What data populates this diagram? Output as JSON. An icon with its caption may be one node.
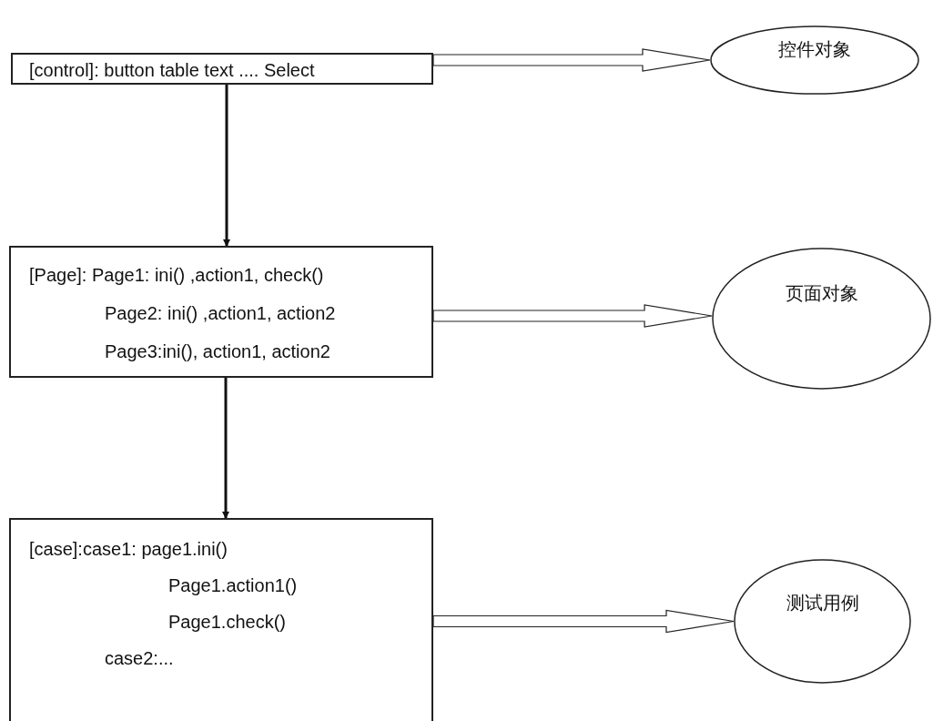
{
  "diagram": {
    "nodes": [
      {
        "text": [
          "[control]: button table text .... Select"
        ]
      },
      {
        "text": [
          "控件对象"
        ]
      },
      {
        "text": [
          "[Page]: Page1: ini() ,action1, check()",
          "Page2: ini() ,action1, action2",
          "Page3:ini(), action1, action2"
        ]
      },
      {
        "text": [
          "页面对象"
        ]
      },
      {
        "text": [
          "[case]:case1: page1.ini()",
          "Page1.action1()",
          "Page1.check()",
          "case2:..."
        ]
      },
      {
        "text": [
          "测试用例"
        ]
      }
    ],
    "edges": [
      {
        "from": 0,
        "to": 2,
        "arrow": "to"
      },
      {
        "from": 2,
        "to": 4,
        "arrow": "to"
      },
      {
        "from": 0,
        "to": 1,
        "arrow": "to"
      },
      {
        "from": 2,
        "to": 3,
        "arrow": "to"
      },
      {
        "from": 4,
        "to": 5,
        "arrow": "to"
      }
    ]
  }
}
